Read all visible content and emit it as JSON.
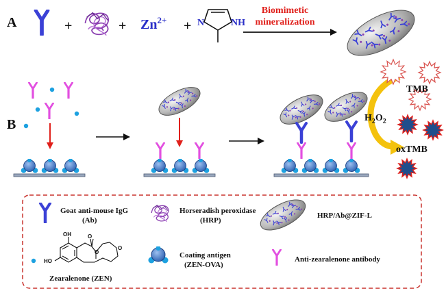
{
  "panel_a": {
    "label": "A",
    "plus": "+",
    "zn_ion": "Zn",
    "zn_charge": "2+",
    "imidazole_atoms": {
      "n1": "N",
      "nh": "NH"
    },
    "process_label_line1": "Biomimetic",
    "process_label_line2": "mineralization",
    "process_label_color": "#e0201b"
  },
  "panel_b": {
    "label": "B",
    "h2o2": "H",
    "h2o2_sub1": "2",
    "h2o2_o": "O",
    "h2o2_sub2": "2",
    "tmb": "TMB",
    "oxtmb": "oxTMB"
  },
  "legend": {
    "ab_line1": "Goat anti-mouse IgG",
    "ab_line2": "(Ab)",
    "hrp_line1": "Horseradish peroxidase",
    "hrp_line2": "(HRP)",
    "nanoflower": "HRP/Ab@ZIF-L",
    "zen": "Zearalenone (ZEN)",
    "zen_atoms": {
      "oh1": "OH",
      "oh2": "HO",
      "o1": "O",
      "o2": "O",
      "o3": "O"
    },
    "coating_line1": "Coating antigen",
    "coating_line2": "(ZEN-OVA)",
    "anti_zen": "Anti-zearalenone antibody",
    "border_color": "#c8322d"
  },
  "colors": {
    "antibody_blue": "#3b41d6",
    "antibody_pink": "#e24fe0",
    "zen_cyan": "#1da1e0",
    "protein_purple": "#8a3fb0",
    "coating_blue": "#4a78c8",
    "arrow_red": "#e0201b",
    "arrow_yellow": "#f4c20d",
    "plate_gray": "#9aa8bd",
    "oxtmb_blue": "#1f4e8c"
  }
}
